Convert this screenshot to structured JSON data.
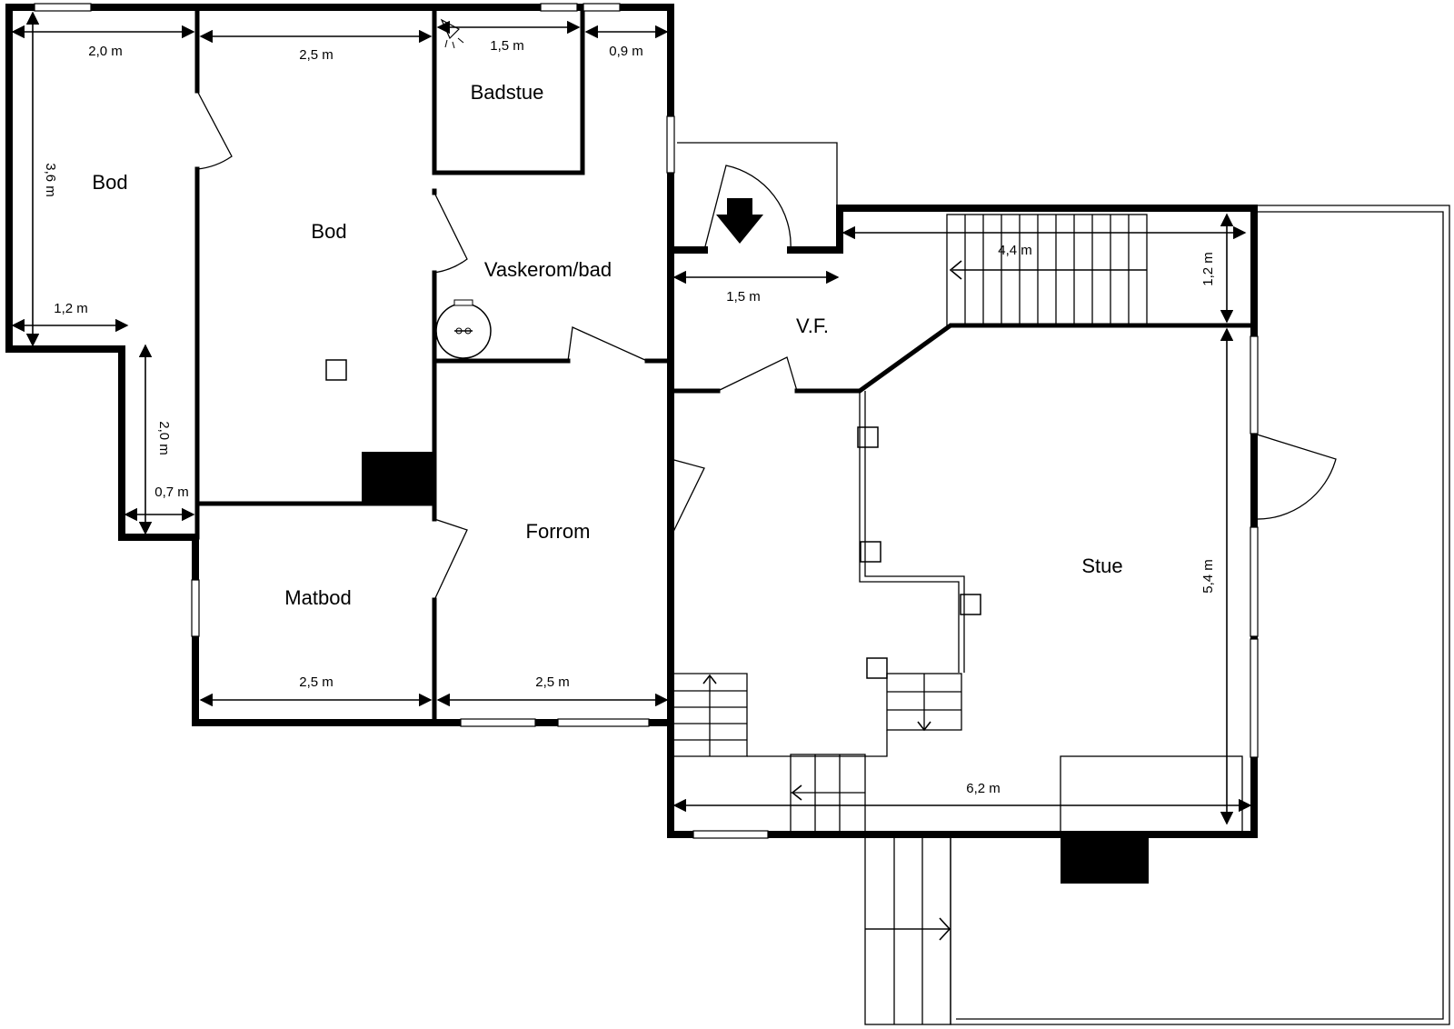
{
  "rooms": {
    "bod_left": "Bod",
    "bod_center": "Bod",
    "badstue": "Badstue",
    "vaskerom": "Vaskerom/bad",
    "vf": "V.F.",
    "forrom": "Forrom",
    "matbod": "Matbod",
    "stue": "Stue"
  },
  "dimensions": {
    "bod_left_width": "2,0 m",
    "bod_left_height": "3,6 m",
    "bod_left_lower_width": "1,2 m",
    "bod_left_lower_height": "2,0 m",
    "bod_left_step": "0,7 m",
    "bod_center_width": "2,5 m",
    "badstue_width": "1,5 m",
    "vaskerom_width": "0,9 m",
    "vf_width": "1,5 m",
    "stairs_width": "4,4 m",
    "stairs_depth": "1,2 m",
    "matbod_width": "2,5 m",
    "forrom_width": "2,5 m",
    "stue_width": "6,2 m",
    "stue_height": "5,4 m"
  },
  "icons": {
    "entrance": "entrance-arrow-icon",
    "water_heater": "water-heater-icon",
    "sauna_light": "sauna-light-icon"
  }
}
